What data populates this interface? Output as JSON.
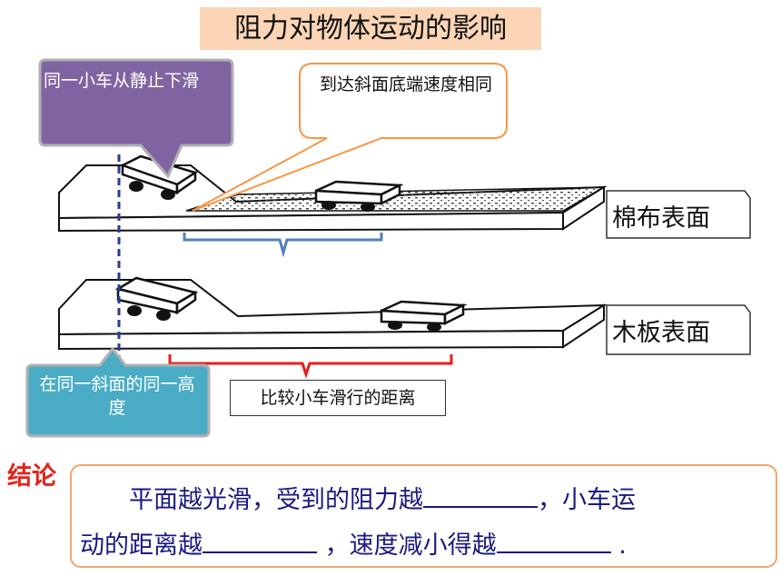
{
  "title": "阻力对物体运动的影响",
  "callouts": {
    "same_cart": "同一小车从静止下滑",
    "bottom_speed": "到达斜面底端速度相同",
    "same_height": "在同一斜面的同一高度",
    "compare_distance": "比较小车滑行的距离"
  },
  "surfaces": {
    "cotton": "棉布表面",
    "wood": "木板表面"
  },
  "conclusion": {
    "label": "结论",
    "line1_a": "平面越光滑，受到的阻力越",
    "line1_b": "，小车运",
    "line2_a": "动的距离越",
    "line2_b": "，速度减小得越",
    "line2_c": "."
  },
  "colors": {
    "purple_callout": "#8064a2",
    "teal_callout": "#4bacc6",
    "orange_border": "#f79646",
    "title_bg": "#fbd5b5",
    "brace_blue": "#4f81bd",
    "brace_red": "#e81c1c",
    "conclusion_red": "#e1251b",
    "conclusion_text": "#1a1a80"
  }
}
